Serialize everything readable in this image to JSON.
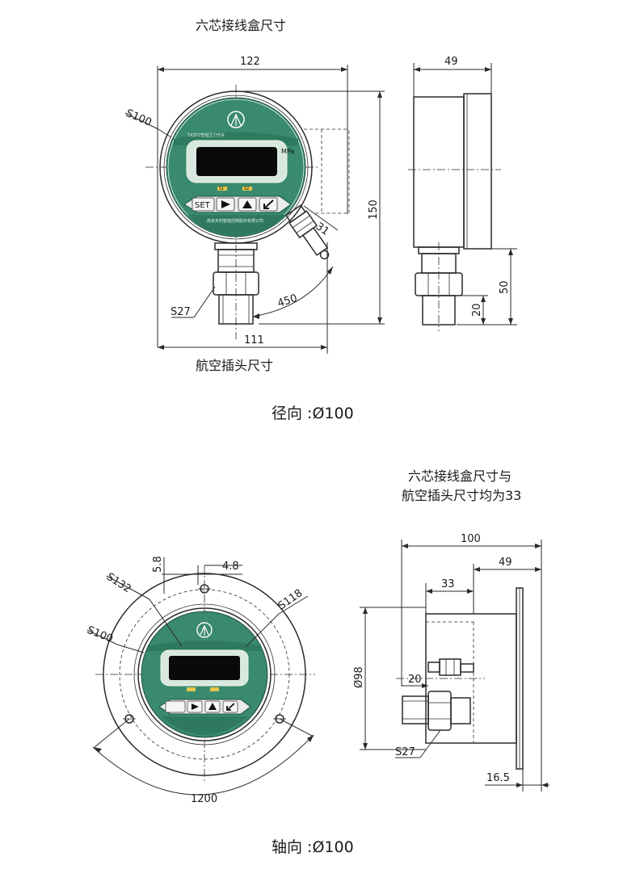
{
  "headings": {
    "top_box": "六芯接线盒尺寸",
    "plug": "航空插头尺寸",
    "caption_radial": "径向 :Ø100",
    "note_line1": "六芯接线盒尺寸与",
    "note_line2": "航空插头尺寸均为33",
    "caption_axial": "轴向 :Ø100"
  },
  "radial_front": {
    "width_top": "122",
    "width_bottom": "111",
    "height": "150",
    "face_radius": "S100",
    "nut": "S27",
    "conn_len": "31",
    "cable_angle": "450"
  },
  "radial_side": {
    "depth": "49",
    "stem": "50",
    "thread": "20"
  },
  "axial_front": {
    "hole_off_v": "5.8",
    "hole_off_h": "4.8",
    "r132": "S132",
    "r118": "S118",
    "r100": "S100",
    "bolt_circle": "1200"
  },
  "axial_side": {
    "total": "100",
    "depth": "49",
    "box": "33",
    "dia": "Ø98",
    "thread": "20",
    "nut": "S27",
    "flange": "16.5"
  },
  "gauge": {
    "unit": "MPa",
    "model": "TXZP2智能压力开关",
    "company": "南京天利智能控制股份有限公司",
    "set": "SET",
    "ind1": "S1",
    "ind2": "S2",
    "face_color": "#3a8a6e",
    "display_color": "#0a0a0a"
  }
}
